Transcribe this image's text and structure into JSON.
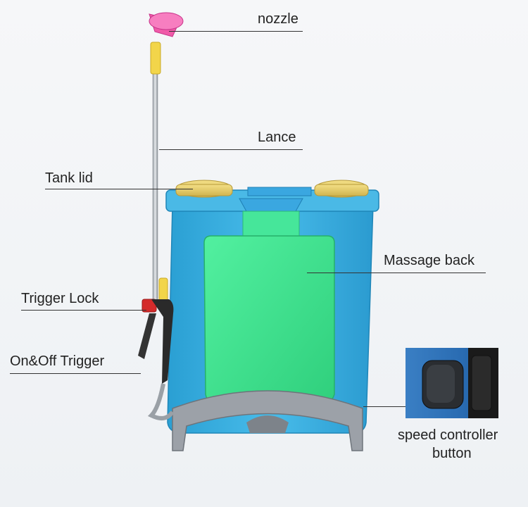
{
  "labels": {
    "nozzle": "nozzle",
    "lance": "Lance",
    "tank_lid": "Tank lid",
    "massage_back": "Massage back",
    "trigger_lock": "Trigger Lock",
    "on_off_trigger": "On&Off Trigger",
    "speed_controller_line1": "speed controller",
    "speed_controller_line2": "button"
  },
  "colors": {
    "tank_blue": "#3ab0e0",
    "back_green": "#3de08a",
    "lid_yellow": "#e8cf6a",
    "nozzle_pink": "#f05aa8",
    "handle_gray": "#8a8f96"
  }
}
